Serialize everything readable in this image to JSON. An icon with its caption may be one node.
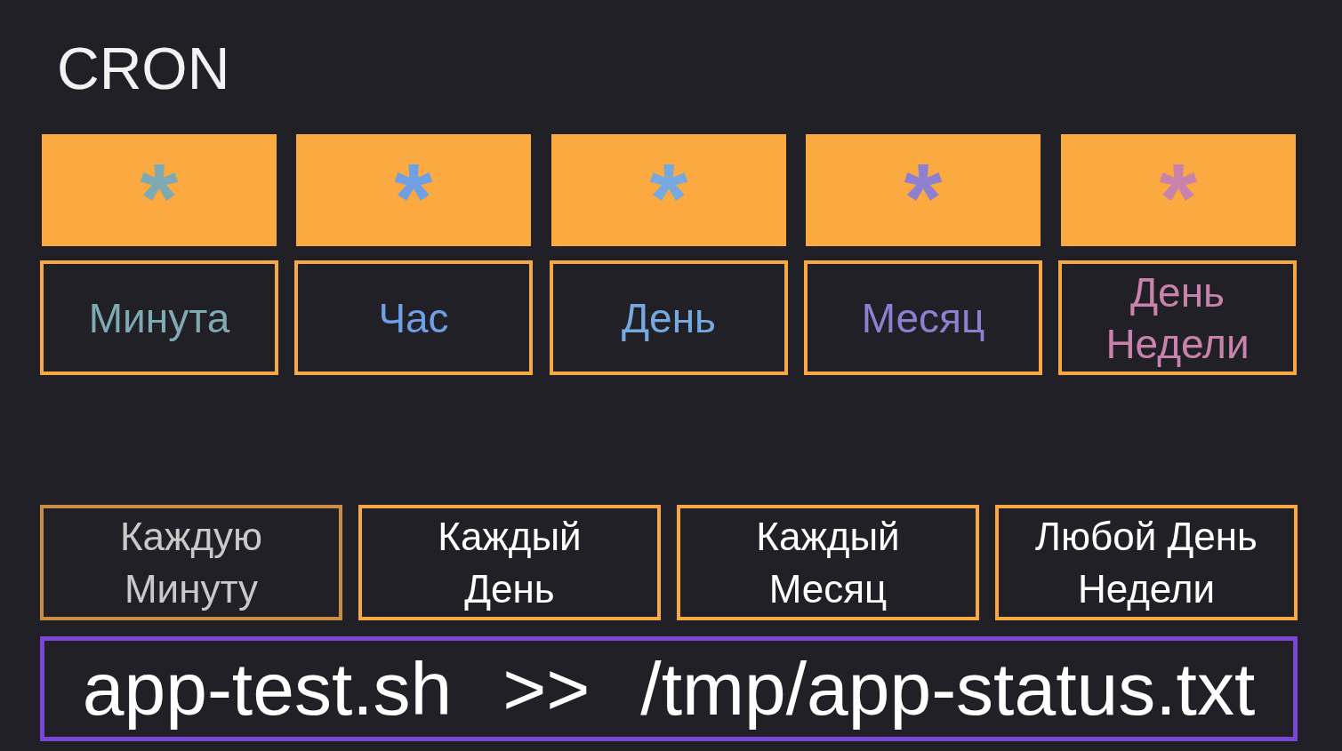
{
  "diagram": {
    "title": "CRON",
    "nodes": [
      {
        "text": [
          "*"
        ]
      },
      {
        "text": [
          "*"
        ]
      },
      {
        "text": [
          "*"
        ]
      },
      {
        "text": [
          "*"
        ]
      },
      {
        "text": [
          "*"
        ]
      },
      {
        "text": [
          "Минута"
        ]
      },
      {
        "text": [
          "Час"
        ]
      },
      {
        "text": [
          "День"
        ]
      },
      {
        "text": [
          "Месяц"
        ]
      },
      {
        "text": [
          "День Недели"
        ]
      },
      {
        "text": [
          "Каждую Минуту"
        ]
      },
      {
        "text": [
          "Каждый День"
        ]
      },
      {
        "text": [
          "Каждый Месяц"
        ]
      },
      {
        "text": [
          "Любой День Недели"
        ]
      },
      {
        "text": [
          "app-test.sh >> /tmp/app-status.txt"
        ]
      }
    ]
  }
}
